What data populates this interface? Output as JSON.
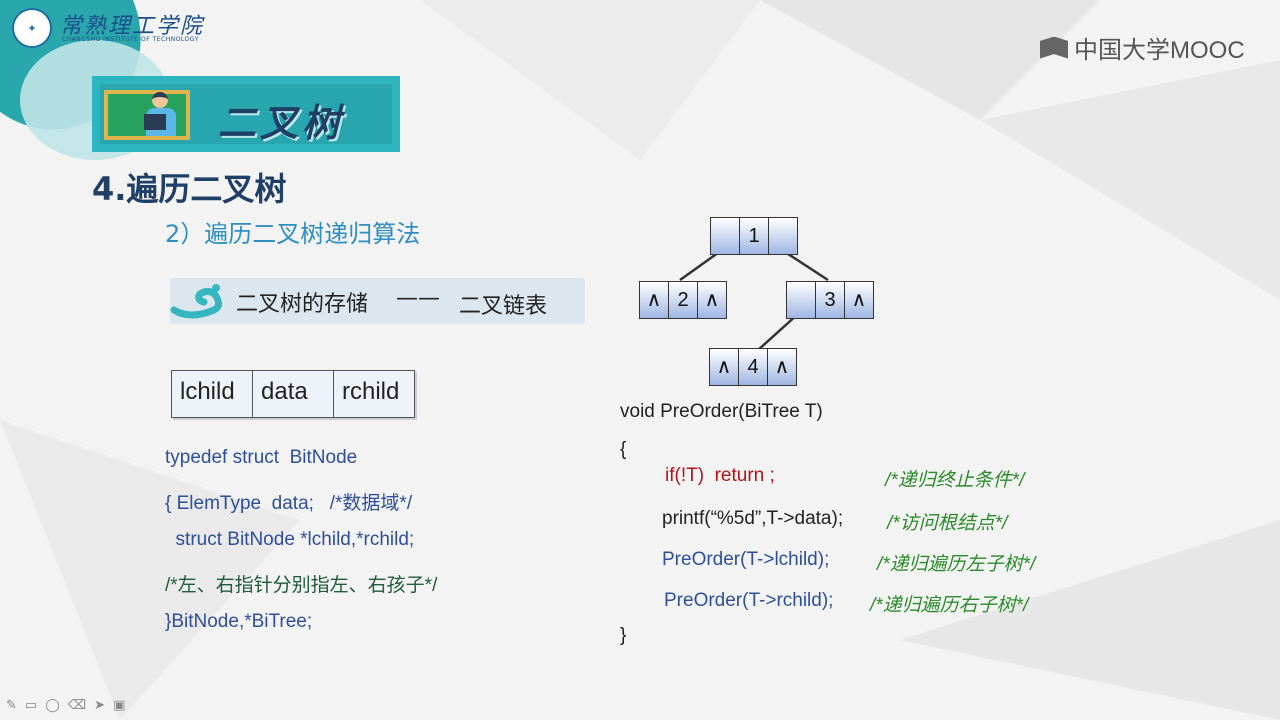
{
  "header": {
    "school_name_cn": "常熟理工学院",
    "school_name_en": "CHANGSHU INSTITUTE OF TECHNOLOGY",
    "platform": "中国大学MOOC"
  },
  "banner": {
    "title": "二叉树"
  },
  "section": {
    "title": "4.遍历二叉树",
    "subtitle": "2）遍历二叉树递归算法"
  },
  "storage_strip": {
    "label": "二叉树的存储",
    "dash": "——",
    "value": "二叉链表"
  },
  "node_fields": [
    "lchild",
    "data",
    "rchild"
  ],
  "struct_code": [
    "typedef struct  BitNode",
    "{ ElemType  data;   /*数据域*/",
    "  struct BitNode *lchild,*rchild;",
    "/*左、右指针分别指左、右孩子*/",
    "}BitNode,*BiTree;"
  ],
  "tree": {
    "nodes": [
      {
        "left": "",
        "value": "1",
        "right": ""
      },
      {
        "left": "∧",
        "value": "2",
        "right": "∧"
      },
      {
        "left": "",
        "value": "3",
        "right": "∧"
      },
      {
        "left": "∧",
        "value": "4",
        "right": "∧"
      }
    ]
  },
  "preorder_code": {
    "signature": "void PreOrder(BiTree T)",
    "open": "{",
    "lines": [
      {
        "code": "if(!T)  return ;",
        "comment": "/*递归终止条件*/"
      },
      {
        "code": "printf(“%5d”,T->data);",
        "comment": "/*访问根结点*/"
      },
      {
        "code": "PreOrder(T->lchild);",
        "comment": "/*递归遍历左子树*/"
      },
      {
        "code": "PreOrder(T->rchild);",
        "comment": "/*递归遍历右子树*/"
      }
    ],
    "close": "}"
  },
  "icons": [
    "school-logo-icon",
    "mooc-logo-icon",
    "teacher-icon",
    "snail-icon",
    "pen-icon",
    "shape-icon",
    "eraser-icon",
    "cursor-icon",
    "camera-icon"
  ],
  "colors": {
    "accent_teal": "#2eb6c0",
    "title_navy": "#1f3f66",
    "subtitle_blue": "#2f8fc1",
    "comment_green": "#2a8b2a",
    "keyword_red": "#b2141b"
  }
}
